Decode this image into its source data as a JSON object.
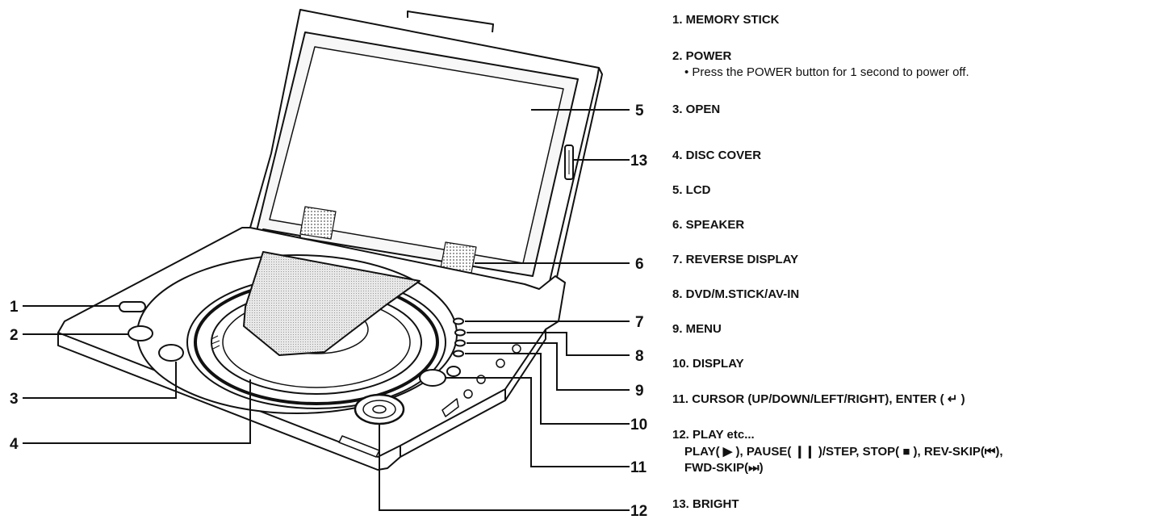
{
  "callouts": [
    "1",
    "2",
    "3",
    "4",
    "5",
    "6",
    "7",
    "8",
    "9",
    "10",
    "11",
    "12",
    "13"
  ],
  "parts": [
    {
      "label": "1. MEMORY STICK"
    },
    {
      "label": "2. POWER",
      "note": "• Press the POWER button for 1 second to power off."
    },
    {
      "label": "3. OPEN"
    },
    {
      "label": "4. DISC COVER"
    },
    {
      "label": "5. LCD"
    },
    {
      "label": "6. SPEAKER"
    },
    {
      "label": "7. REVERSE DISPLAY"
    },
    {
      "label": "8. DVD/M.STICK/AV-IN"
    },
    {
      "label": "9. MENU"
    },
    {
      "label": "10. DISPLAY"
    },
    {
      "label": "11. CURSOR (UP/DOWN/LEFT/RIGHT), ENTER ( ↵ )"
    },
    {
      "label": "12. PLAY etc...",
      "lines": [
        "PLAY( ▶ ), PAUSE( ❙❙ )/STEP, STOP( ■ ), REV-SKIP(⏮),",
        "FWD-SKIP(⏭)"
      ]
    },
    {
      "label": "13. BRIGHT"
    }
  ]
}
